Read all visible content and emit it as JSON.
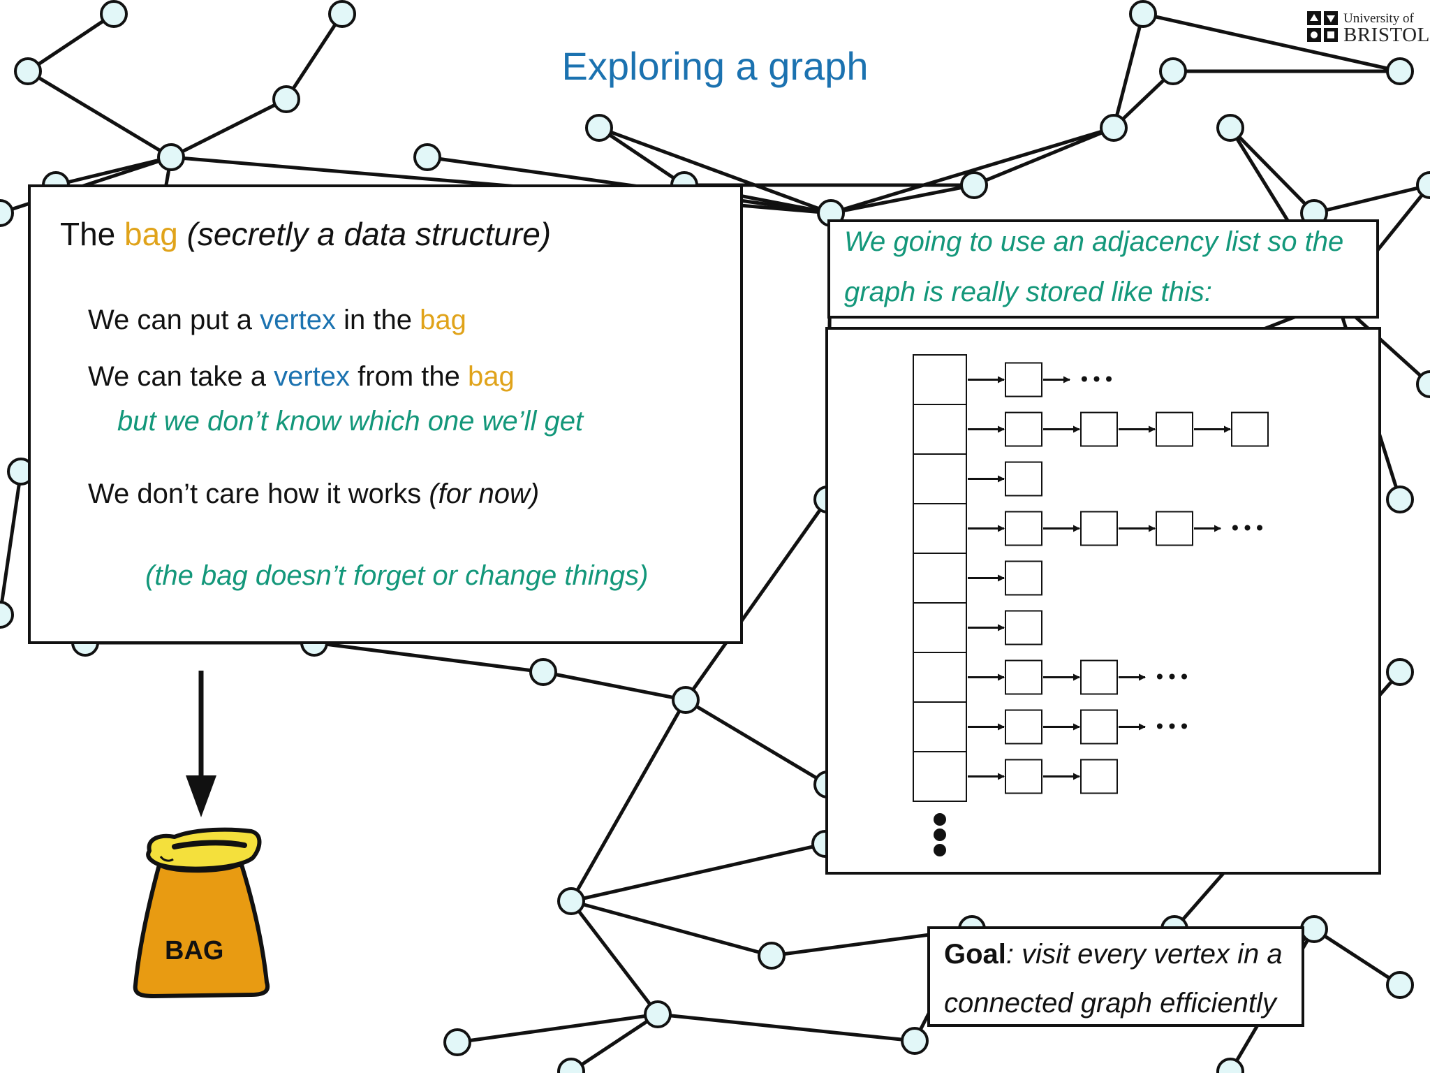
{
  "title": "Exploring a graph",
  "logo": {
    "line1": "University of",
    "line2": "BRISTOL"
  },
  "bag_box": {
    "head_the": "The",
    "head_bag": "bag",
    "head_rest": "(secretly a data structure)",
    "put": {
      "pre": "We can put a",
      "vertex": "vertex",
      "mid": "in the",
      "bag": "bag"
    },
    "take": {
      "pre": "We can take a",
      "vertex": "vertex",
      "mid": "from the",
      "bag": "bag"
    },
    "unknown": "but we don’t know which one we’ll get",
    "care": {
      "pre": "We don’t care how it works",
      "paren": "(for now)"
    },
    "forget": "(the bag doesn’t forget or change things)"
  },
  "bag_image_label": "BAG",
  "note": {
    "line1": "We going to use an adjacency list so the",
    "line2": "graph is really stored like this:"
  },
  "goal": {
    "bold": "Goal",
    "rest1": ": visit every vertex in a",
    "line2": "connected graph efficiently"
  },
  "adjacency_list": {
    "ellipsis": "• • •",
    "rows": [
      {
        "nodes": 1,
        "more": true
      },
      {
        "nodes": 4,
        "more": false
      },
      {
        "nodes": 1,
        "more": false
      },
      {
        "nodes": 3,
        "more": true
      },
      {
        "nodes": 1,
        "more": false
      },
      {
        "nodes": 1,
        "more": false
      },
      {
        "nodes": 2,
        "more": true
      },
      {
        "nodes": 2,
        "more": true
      },
      {
        "nodes": 2,
        "more": false
      }
    ]
  },
  "colors": {
    "title": "#1b72b0",
    "bag": "#e0a31a",
    "vertex": "#1b72b0",
    "note": "#13977a",
    "node_fill": "#e2f7f8",
    "bag_body": "#e89b12",
    "bag_top": "#f4e03c"
  }
}
